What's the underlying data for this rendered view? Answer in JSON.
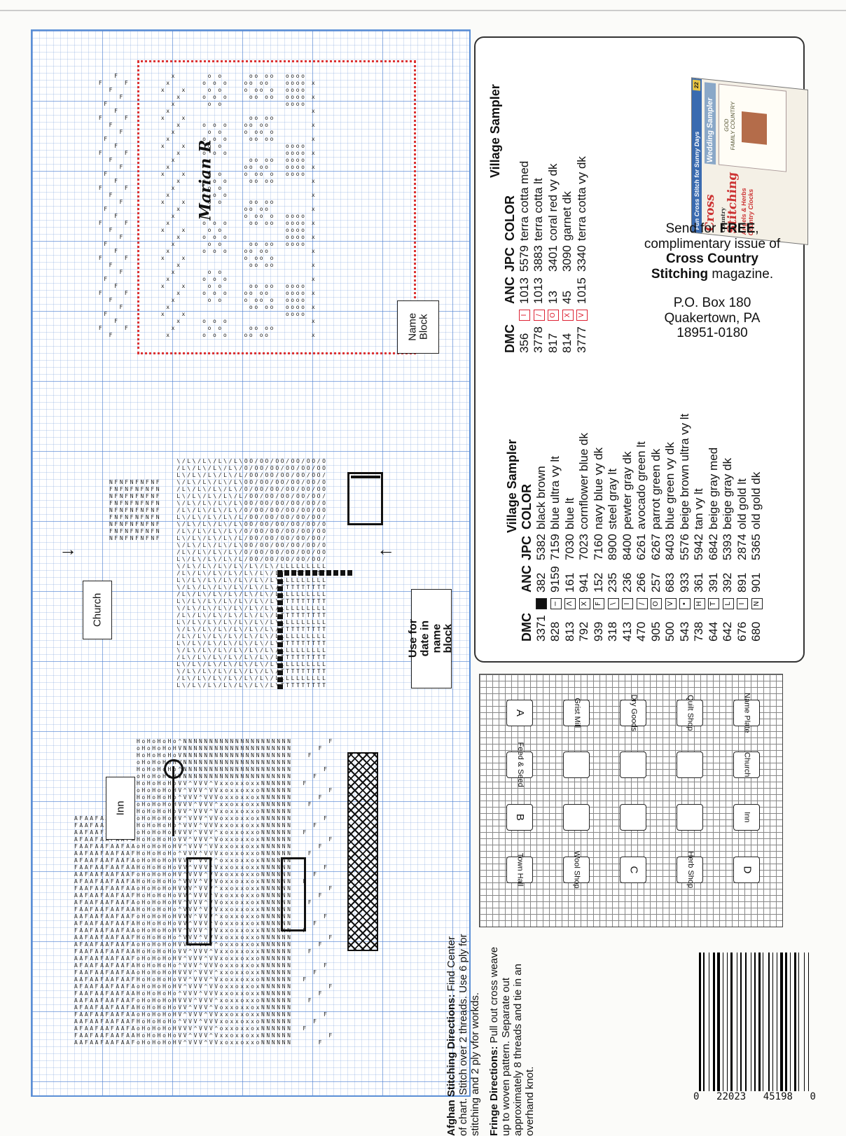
{
  "chart": {
    "name_block_label": "Name Block",
    "church_label": "Church",
    "inn_label": "Inn",
    "date_label": "Use for date in name block",
    "signature": "Marian R"
  },
  "key1": {
    "title": "Village Sampler",
    "headers": [
      "DMC",
      "ANC",
      "JPC",
      "COLOR"
    ],
    "rows": [
      {
        "dmc": "3371",
        "sym": "■",
        "anc": "382",
        "jpc": "5382",
        "color": "black brown"
      },
      {
        "dmc": "828",
        "sym": "−",
        "anc": "9159",
        "jpc": "7159",
        "color": "blue ultra vy lt"
      },
      {
        "dmc": "813",
        "sym": "Λ",
        "anc": "161",
        "jpc": "7030",
        "color": "blue lt"
      },
      {
        "dmc": "792",
        "sym": "X",
        "anc": "941",
        "jpc": "7023",
        "color": "cornflower blue dk"
      },
      {
        "dmc": "939",
        "sym": "F",
        "anc": "152",
        "jpc": "7160",
        "color": "navy blue vy dk"
      },
      {
        "dmc": "318",
        "sym": "\\",
        "anc": "235",
        "jpc": "8900",
        "color": "steel gray lt"
      },
      {
        "dmc": "413",
        "sym": "Ι",
        "anc": "236",
        "jpc": "8400",
        "color": "pewter gray dk"
      },
      {
        "dmc": "470",
        "sym": "/",
        "anc": "266",
        "jpc": "6261",
        "color": "avocado green lt"
      },
      {
        "dmc": "905",
        "sym": "O",
        "anc": "257",
        "jpc": "6267",
        "color": "parrot green dk"
      },
      {
        "dmc": "500",
        "sym": "V",
        "anc": "683",
        "jpc": "8403",
        "color": "blue green vy dk"
      },
      {
        "dmc": "543",
        "sym": "•",
        "anc": "933",
        "jpc": "5576",
        "color": "beige brown ultra vy lt"
      },
      {
        "dmc": "738",
        "sym": "H",
        "anc": "361",
        "jpc": "5942",
        "color": "tan vy lt"
      },
      {
        "dmc": "644",
        "sym": "T",
        "anc": "391",
        "jpc": "6842",
        "color": "beige gray med"
      },
      {
        "dmc": "642",
        "sym": "L",
        "anc": "392",
        "jpc": "5393",
        "color": "beige gray dk"
      },
      {
        "dmc": "676",
        "sym": "I",
        "anc": "891",
        "jpc": "2874",
        "color": "old gold lt"
      },
      {
        "dmc": "680",
        "sym": "N",
        "anc": "901",
        "jpc": "5365",
        "color": "old gold dk"
      }
    ]
  },
  "key2": {
    "title": "Village Sampler",
    "headers": [
      "DMC",
      "ANC",
      "JPC",
      "COLOR"
    ],
    "rows": [
      {
        "dmc": "356",
        "sym": "I",
        "anc": "1013",
        "jpc": "5579",
        "color": "terra cotta med"
      },
      {
        "dmc": "3778",
        "sym": "/",
        "anc": "1013",
        "jpc": "3883",
        "color": "terra cotta lt"
      },
      {
        "dmc": "817",
        "sym": "O",
        "anc": "13",
        "jpc": "3401",
        "color": "coral red vy dk"
      },
      {
        "dmc": "814",
        "sym": "X",
        "anc": "45",
        "jpc": "3090",
        "color": "garnet dk"
      },
      {
        "dmc": "3777",
        "sym": "V",
        "anc": "1015",
        "jpc": "3340",
        "color": "terra cotta vy dk"
      }
    ]
  },
  "offer": {
    "line1a": "Send for ",
    "line1b": "FREE",
    "line1c": ",",
    "line2": "complimentary issue of",
    "line3": "Cross Country",
    "line4a": "Stitching",
    "line4b": " magazine.",
    "addr1": "P.O. Box 180",
    "addr2": "Quakertown, PA",
    "addr3": "18951-0180"
  },
  "magazine": {
    "banner": "Fun Cross Stitch for Sunny Days",
    "title1": "Cross",
    "title2": "Stitching",
    "country": "Country",
    "feature": "Wedding Sampler",
    "sub1": "Angels & Herbs",
    "sub2": "Country Clocks",
    "count": "22",
    "sampler1": "GOD",
    "sampler2": "FAMILY",
    "sampler3": "COUNTRY"
  },
  "layout": {
    "rows": [
      [
        "A",
        "Grist Mill",
        "Dry Goods",
        "Quilt Shop",
        "Name Plate"
      ],
      [
        "Feed & Seed",
        "",
        "",
        "",
        "Church"
      ],
      [
        "B",
        "",
        "",
        "",
        "Inn"
      ],
      [
        "Town Hall",
        "Wool Shop",
        "C",
        "Herb Shop",
        "D"
      ]
    ]
  },
  "directions": {
    "afghan_title": "Afghan Stitching Directions:",
    "afghan_text": " Find Center of chart. Stitch over 2 threads. Use 6 ply for stitching and 2 ply vfor workds.",
    "fringe_title": "Fringe Directions:",
    "fringe_text": " Pull out cross weave up to woven pattern. Separate out approximately 8 threads and tie in an overhand knot."
  },
  "barcode": {
    "left": "0",
    "digits1": "22023",
    "digits2": "45198",
    "right": "0"
  }
}
